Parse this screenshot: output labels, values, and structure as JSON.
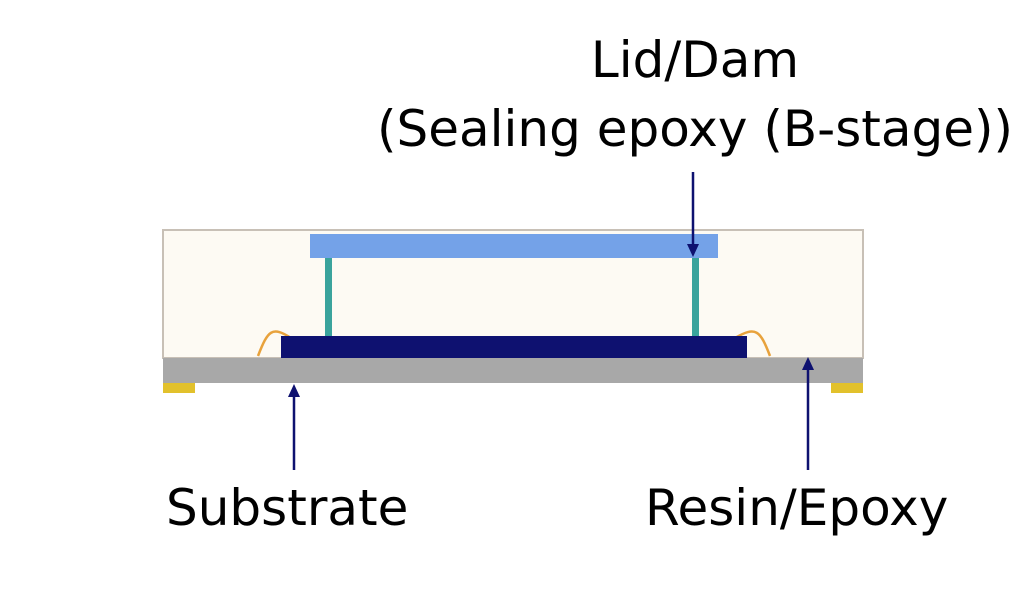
{
  "labels": {
    "lid_dam_line1": "Lid/Dam",
    "lid_dam_line2": "(Sealing epoxy (B-stage))",
    "substrate": "Substrate",
    "resin_epoxy": "Resin/Epoxy"
  },
  "colors": {
    "background": "#ffffff",
    "package_fill": "#fdfaf3",
    "package_outline": "#c8c0b6",
    "lid": "#74a2e8",
    "dam_posts": "#3aa39c",
    "die": "#0e1170",
    "substrate": "#a8a8a8",
    "bond_wire": "#e8a23c",
    "solder_pads": "#e2c12c",
    "arrows": "#0e1170"
  }
}
